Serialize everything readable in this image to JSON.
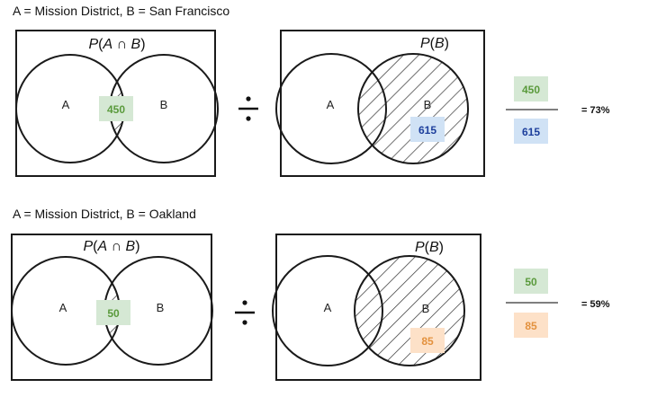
{
  "colors": {
    "green_box": "#d5e8d4",
    "green_text": "#5a9a3c",
    "blue_box": "#d0e2f5",
    "blue_text": "#1d3f9c",
    "orange_box": "#fde1c8",
    "orange_text": "#e3913e"
  },
  "icons": {
    "divide": "division-sign-icon"
  },
  "panels": [
    {
      "caption": "A = Mission District, B = San Francisco",
      "intersection_title": "P(A ∩ B)",
      "b_title": "P(B)",
      "label_a": "A",
      "label_b": "B",
      "intersection_value": "450",
      "b_value": "615",
      "fraction_numerator": "450",
      "fraction_denominator": "615",
      "result": "= 73%"
    },
    {
      "caption": "A = Mission District, B = Oakland",
      "intersection_title": "P(A ∩ B)",
      "b_title": "P(B)",
      "label_a": "A",
      "label_b": "B",
      "intersection_value": "50",
      "b_value": "85",
      "fraction_numerator": "50",
      "fraction_denominator": "85",
      "result": "= 59%"
    }
  ]
}
